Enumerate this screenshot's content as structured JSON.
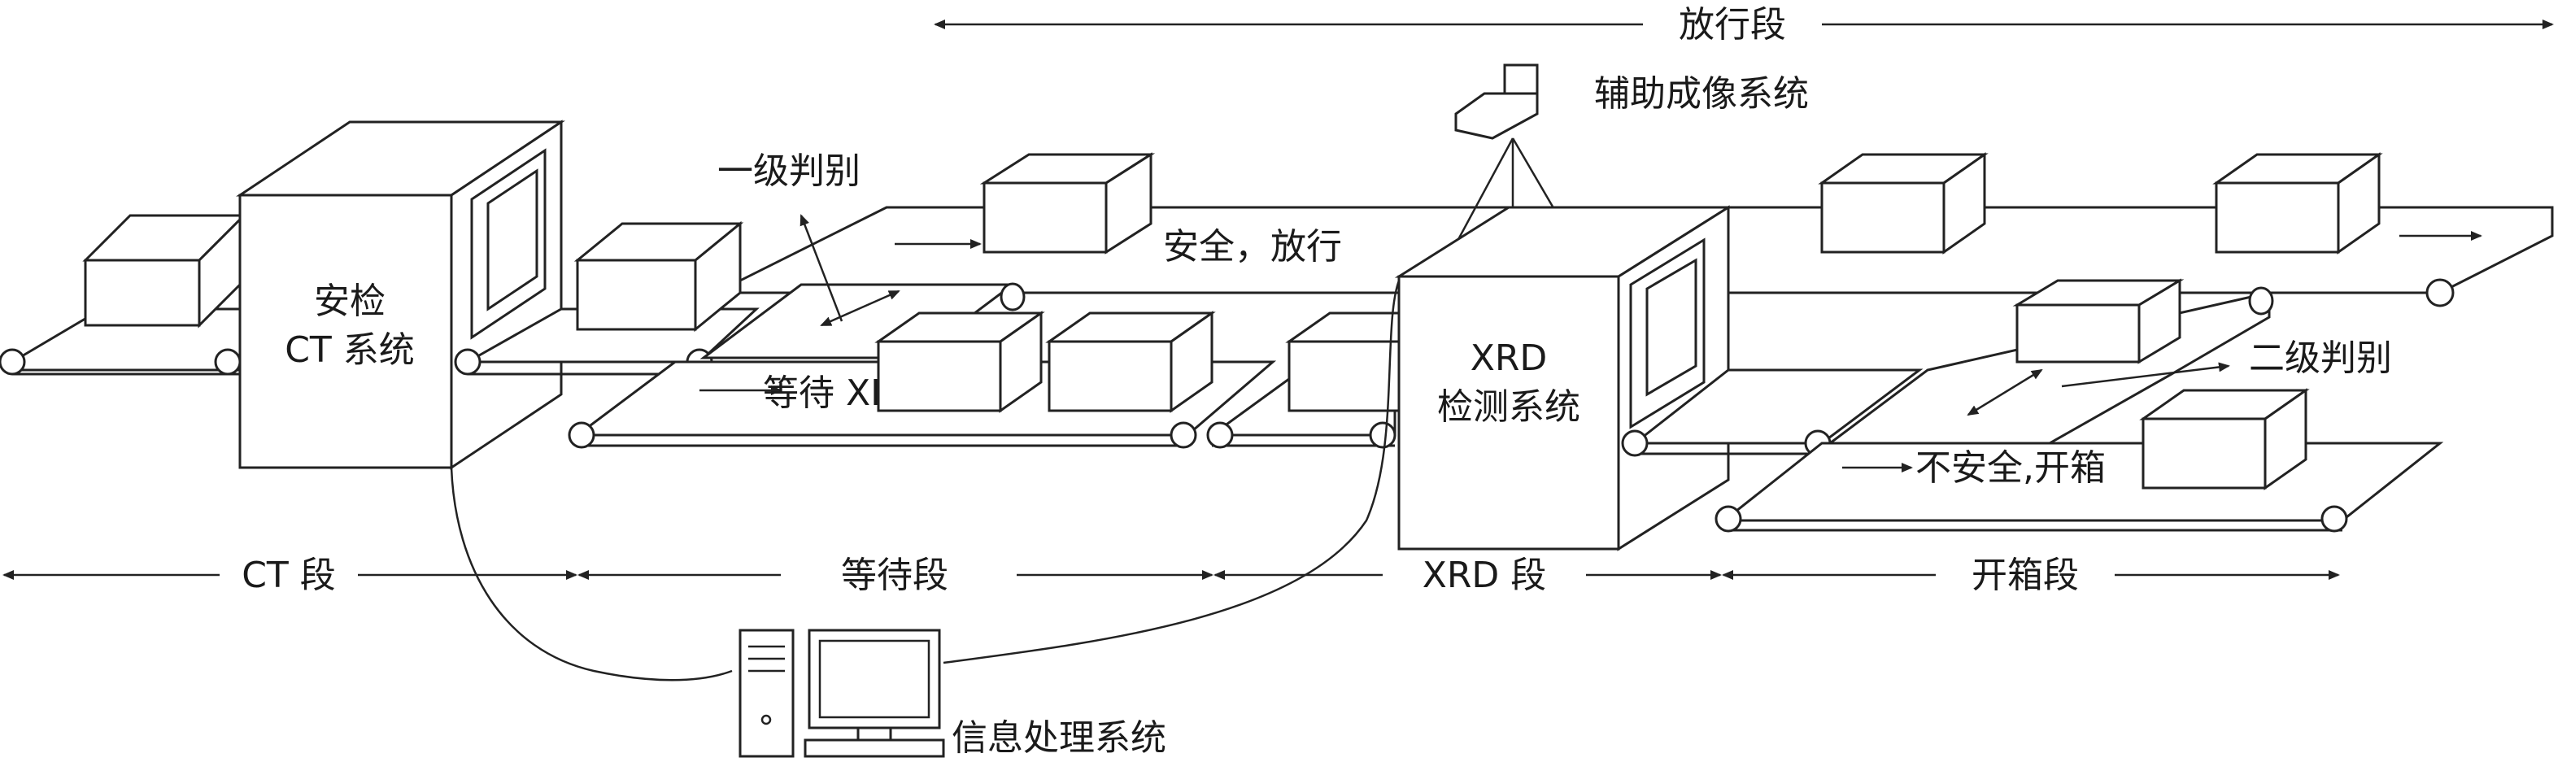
{
  "labels": {
    "release_section": "放行段",
    "aux_imaging": "辅助成像系统",
    "first_level": "一级判别",
    "safe_release": "安全，放行",
    "ct_system_line1": "安检",
    "ct_system_line2": "CT 系统",
    "wait_xrd": "等待 XRD",
    "xrd_line1": "XRD",
    "xrd_line2": "检测系统",
    "second_level": "二级判别",
    "unsafe_open": "不安全,开箱",
    "info_system": "信息处理系统"
  },
  "sections": {
    "ct": "CT 段",
    "wait": "等待段",
    "xrd": "XRD 段",
    "open": "开箱段"
  }
}
